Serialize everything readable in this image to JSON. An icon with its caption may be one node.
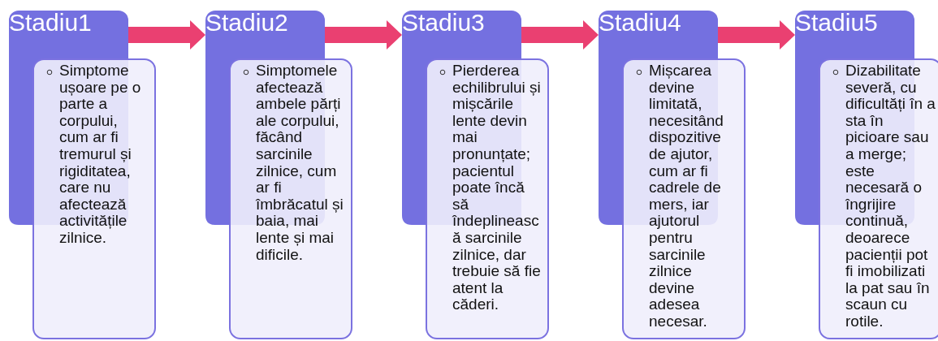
{
  "diagram": {
    "nodes": [
      {
        "text": [
          "Stadiu1"
        ]
      },
      {
        "text": [
          "Simptome ușoare pe o parte a corpului, cum ar fi tremurul și rigiditatea, care nu afectează activitățile zilnice."
        ]
      },
      {
        "text": [
          "Stadiu2"
        ]
      },
      {
        "text": [
          "Simptomele afectează ambele părți ale corpului, făcând sarcinile zilnice, cum ar fi îmbrăcatul și baia, mai lente și mai dificile."
        ]
      },
      {
        "text": [
          "Stadiu3"
        ]
      },
      {
        "text": [
          "Pierderea echilibrului și mișcările lente devin mai pronunțate; pacientul poate încă să îndeplinească sarcinile zilnice, dar trebuie să fie atent la căderi."
        ]
      },
      {
        "text": [
          "Stadiu4"
        ]
      },
      {
        "text": [
          "Mișcarea devine limitată, necesitând dispozitive de ajutor, cum ar fi cadrele de mers, iar ajutorul pentru sarcinile zilnice devine adesea necesar."
        ]
      },
      {
        "text": [
          "Stadiu5"
        ]
      },
      {
        "text": [
          "Dizabilitate severă, cu dificultăți în a sta în picioare sau a merge; este necesară o îngrijire continuă, deoarece pacienții pot fi imobilizati la pat sau în scaun cu rotile."
        ]
      }
    ],
    "edges": [
      {
        "from": 0,
        "to": 2,
        "arrow": "to"
      },
      {
        "from": 2,
        "to": 4,
        "arrow": "to"
      },
      {
        "from": 4,
        "to": 6,
        "arrow": "to"
      },
      {
        "from": 6,
        "to": 8,
        "arrow": "to"
      }
    ]
  }
}
